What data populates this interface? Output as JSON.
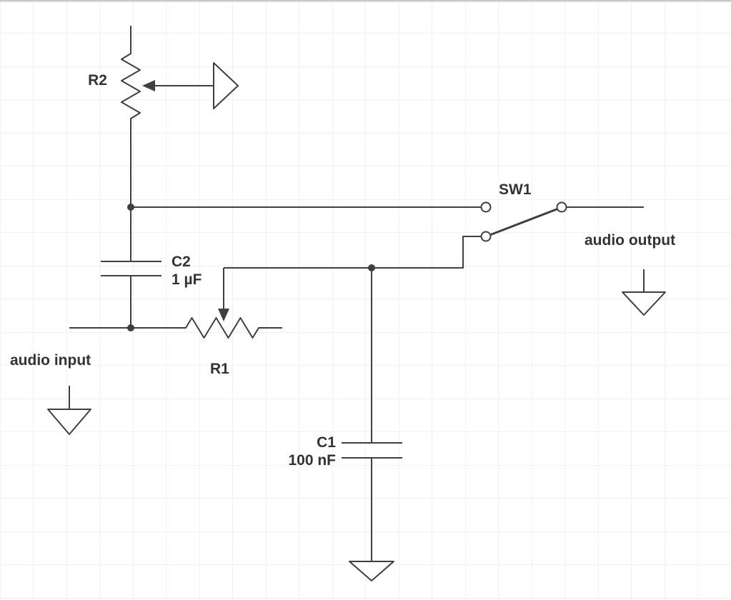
{
  "canvas": {
    "background_color": "#ffffff",
    "grid_color": "#e4e4e4",
    "wire_color": "#3f3f3f",
    "label_color": "#333333"
  },
  "labels": {
    "r2": "R2",
    "sw1": "SW1",
    "audio_output": "audio output",
    "audio_input": "audio input",
    "r1": "R1",
    "c2_name": "C2",
    "c2_value": "1 µF",
    "c1_name": "C1",
    "c1_value": "100 nF"
  }
}
